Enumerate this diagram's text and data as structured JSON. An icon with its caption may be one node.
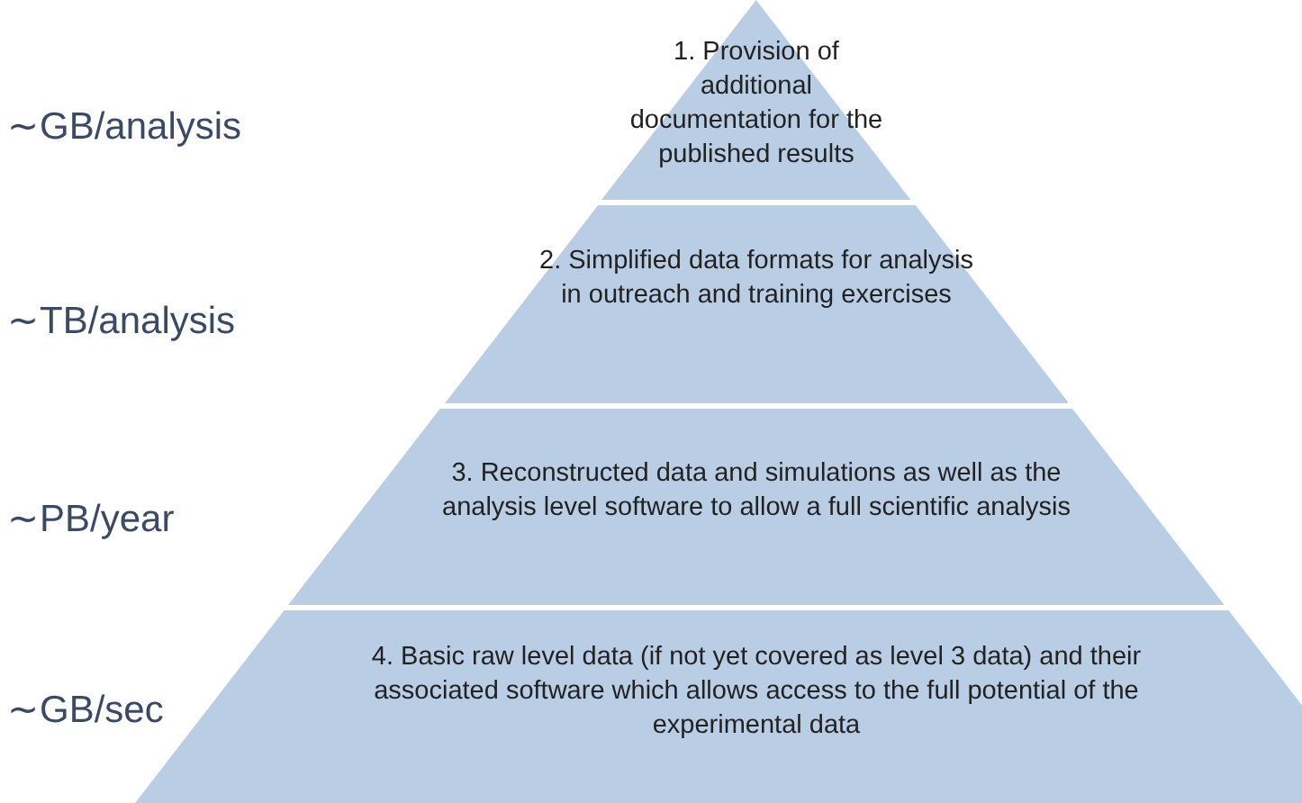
{
  "diagram": {
    "nodes": [
      {
        "text": [
          "1. Provision of additional documentation for the published results"
        ]
      },
      {
        "text": [
          "2. Simplified data formats for analysis in outreach and training exercises"
        ]
      },
      {
        "text": [
          "3. Reconstructed data and simulations as well as the analysis level software to allow a full scientific analysis"
        ]
      },
      {
        "text": [
          "4. Basic raw level data (if not yet covered as level 3 data) and their associated software which allows access to the full potential of the experimental data"
        ]
      }
    ],
    "labels": [
      "∼GB/analysis",
      "∼TB/analysis",
      "∼PB/year",
      "∼GB/sec"
    ]
  }
}
